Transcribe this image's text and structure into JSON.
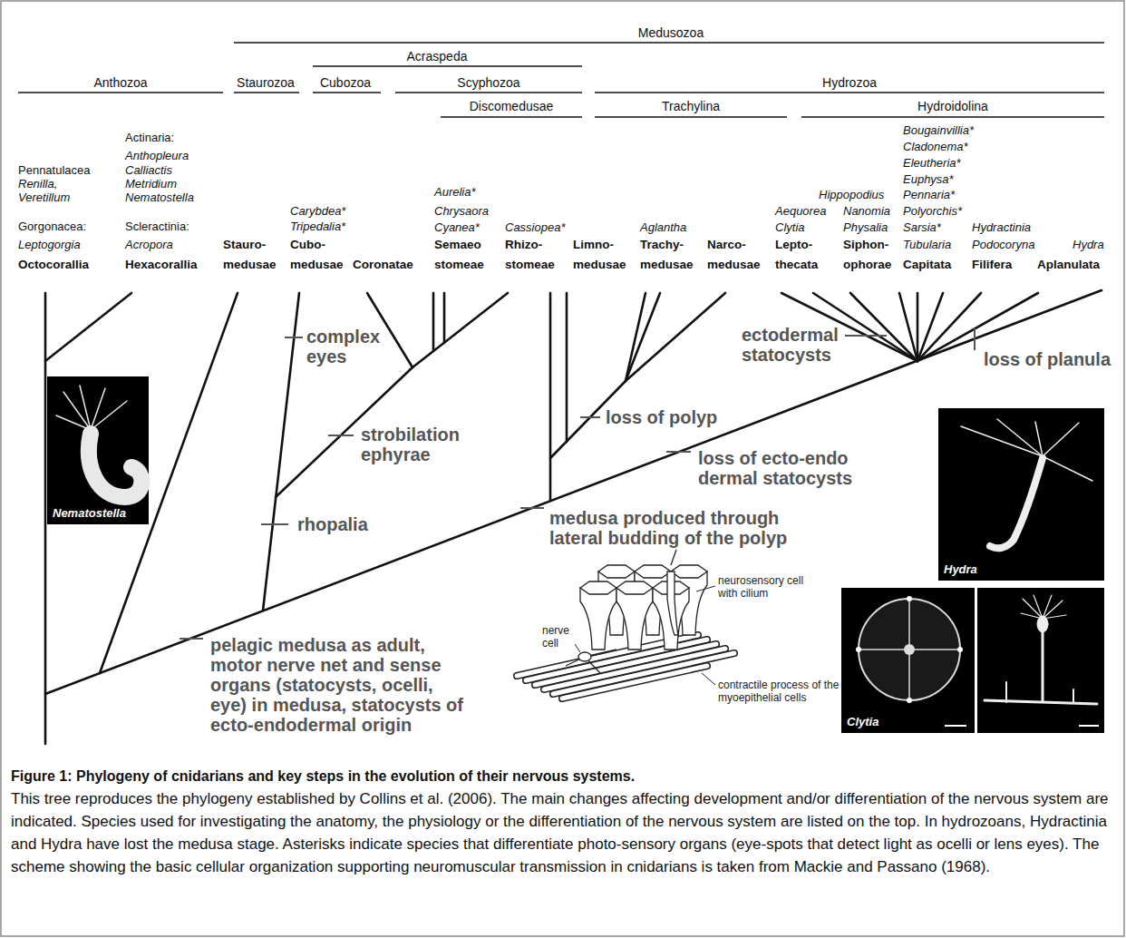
{
  "diagram": {
    "title": "Figure 1: Phylogeny of cnidarians and key steps in the evolution of their nervous systems.",
    "caption": "This tree reproduces the phylogeny established by Collins et al. (2006). The main changes affecting development and/or differentiation of the nervous system are indicated. Species used for investigating the anatomy, the physiology or the differentiation of the nervous system are listed on the top. In hydrozoans, Hydractinia and Hydra have lost the medusa stage. Asterisks indicate species that differentiate photo-sensory organs (eye-spots that detect light as ocelli or lens eyes). The scheme showing the basic cellular organization supporting neuromuscular transmission in cnidarians is taken from Mackie and Passano (1968).",
    "nodes": [
      {
        "text": [
          "Nematostella"
        ]
      },
      {
        "text": [
          "Hydra"
        ]
      },
      {
        "text": [
          "Clytia"
        ]
      }
    ],
    "labels": [
      "Medusozoa",
      "Acraspeda",
      "Anthozoa",
      "Staurozoa",
      "Cubozoa",
      "Scyphozoa",
      "Hydrozoa",
      "Discomedusae",
      "Trachylina",
      "Hydroidolina",
      "Pennatulacea",
      "Renilla,",
      "Veretillum",
      "Gorgonacea:",
      "Leptogorgia",
      "Octocorallia",
      "Actinaria:",
      "Anthopleura",
      "Calliactis",
      "Metridium",
      "Nematostella",
      "Scleractinia:",
      "Acropora",
      "Hexacorallia",
      "Stauro-",
      "medusae",
      "Carybdea*",
      "Tripedalia*",
      "Cubo-",
      "medusae",
      "Coronatae",
      "Aurelia*",
      "Chrysaora",
      "Cyanea*",
      "Semaeo",
      "stomeae",
      "Cassiopea*",
      "Rhizo-",
      "stomeae",
      "Limno-",
      "medusae",
      "Aglantha",
      "Trachy-",
      "medusae",
      "Narco-",
      "medusae",
      "Aequorea",
      "Clytia",
      "Lepto-",
      "thecata",
      "Hippopodius",
      "Nanomia",
      "Physalia",
      "Siphon-",
      "ophorae",
      "Bougainvillia*",
      "Cladonema*",
      "Eleutheria*",
      "Euphysa*",
      "Pennaria*",
      "Polyorchis*",
      "Sarsia*",
      "Tubularia",
      "Capitata",
      "Hydractinia",
      "Podocoryna",
      "Filifera",
      "Hydra",
      "Aplanulata",
      "complex eyes",
      "strobilation ephyrae",
      "rhopalia",
      "loss of polyp",
      "loss of ecto-endo dermal statocysts",
      "medusa produced through lateral budding of the polyp",
      "pelagic medusa as adult, motor nerve net and sense organs (statocysts, ocelli, eye) in medusa, statocysts of ecto-endodermal origin",
      "ectodermal statocysts",
      "loss of planula",
      "neurosensory cell with cilium",
      "nerve cell",
      "contractile process of the myoepithelial cells"
    ]
  }
}
